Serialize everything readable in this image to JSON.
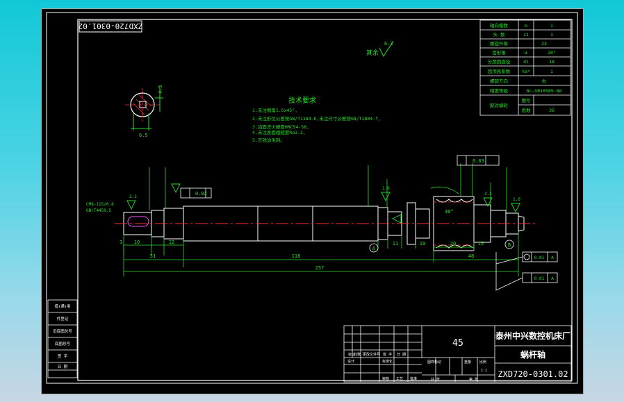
{
  "drawing": {
    "rotated_code": "ZXD720-0301.02",
    "tech_title": "技术要求",
    "tech_notes": [
      "1.未注倒角1.5x45°,",
      "2.未注形位公差按GB/T1184-K,未注尺寸公差按GB/T1804-f,",
      "3.齿面淬火硬度HRC54-58,",
      "4.未注表面粗糙度Ra3.2,",
      "5.去锐边毛刺。"
    ],
    "spec_table": [
      [
        "轴向模数",
        "m",
        "1"
      ],
      [
        "头 数",
        "z1",
        "1"
      ],
      [
        "螺旋升角",
        "",
        "23"
      ],
      [
        "齿形角",
        "α",
        "20°"
      ],
      [
        "分度圆直径",
        "d1",
        "18"
      ],
      [
        "齿顶高系数",
        "ha*",
        "1"
      ],
      [
        "螺旋方向",
        "",
        "右"
      ],
      [
        "精度等级",
        "",
        "8c-GB10089-88"
      ],
      [
        "配对蜗轮",
        "图号",
        ""
      ],
      [
        "",
        "齿数",
        "36"
      ]
    ],
    "dims": {
      "left_small": "3",
      "d10": "10",
      "d12": "12",
      "d51": "51",
      "d118": "118",
      "d48": "48",
      "d257": "257",
      "d20": "20",
      "d15": "15",
      "d11": "11",
      "d10b": "10",
      "rough_left": "3.2",
      "rough_mid": "3.2",
      "rough_right": "1.6",
      "rough_center": "1.6",
      "rough_other": "6.3",
      "other_label": "其余",
      "center_hole": "CM8-115/0.8",
      "center_hole2": "GB/T4459.5",
      "tol_flat": "0.02",
      "tol_flat2": "0.03",
      "datum_a": "A",
      "datum_b": "B",
      "datum_c": "A",
      "gdt_round": "0.01",
      "gdt_perp": "0.01",
      "angle": "40°"
    },
    "left_stamps": [
      "借(通)用",
      "件登记",
      "旧底图总号",
      "底图总号",
      "签 字",
      "日 期"
    ],
    "title_block": {
      "material": "45",
      "company": "泰州中兴数控机床厂",
      "part_name": "蜗杆轴",
      "part_code": "ZXD720-0301.02",
      "row_labels": [
        "标记",
        "处数",
        "更改文件号",
        "签 字",
        "日 期"
      ],
      "row2": [
        "设计",
        "",
        "标准化"
      ],
      "row3": [
        "",
        "",
        "图样标记",
        "重量",
        "比例"
      ],
      "row4": [
        "",
        "",
        "",
        "1:1"
      ],
      "row5": [
        "审核"
      ],
      "row6": [
        "工艺",
        "批准",
        "共  张",
        "第  张"
      ]
    }
  }
}
